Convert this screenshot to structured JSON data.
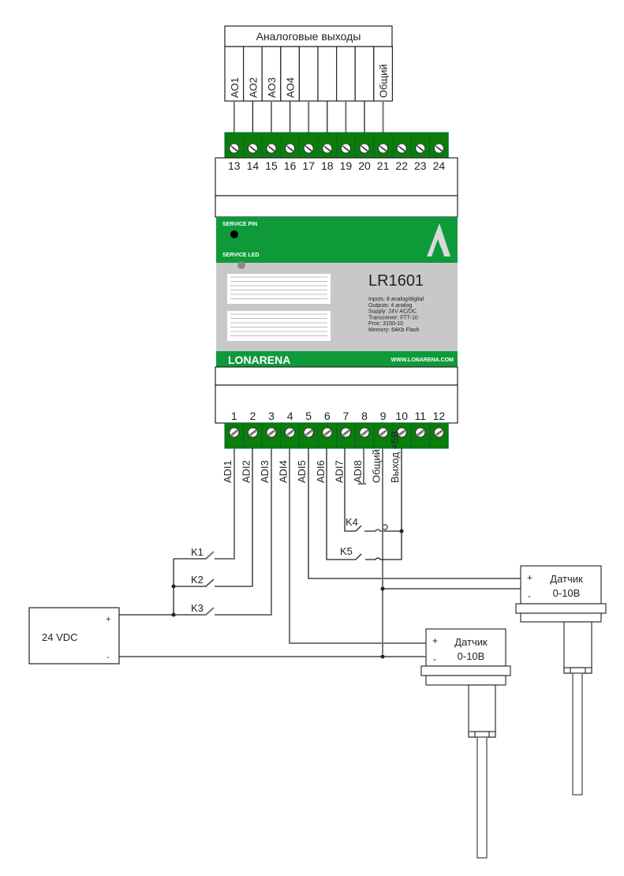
{
  "diagram": {
    "type": "wiring",
    "device": {
      "model": "LR1601",
      "brand": "LONARENA",
      "website": "WWW.LONARENA.COM",
      "service_pin_label": "SERVICE PIN",
      "service_led_label": "SERVICE LED",
      "specs": [
        "Inputs: 8 analog/digital",
        "Outputs: 4 analog",
        "Supply: 24V AC/DC",
        "Transceiver: FTT-10",
        "Proc: 3150-10",
        "Memory: 64Kb Flash"
      ],
      "colors": {
        "green": "#0f9a3a",
        "terminal_green": "#0b7d0b",
        "panel_gray": "#c8c8c8"
      }
    },
    "top_terminals": [
      "13",
      "14",
      "15",
      "16",
      "17",
      "18",
      "19",
      "20",
      "21",
      "22",
      "23",
      "24"
    ],
    "bottom_terminals": [
      "1",
      "2",
      "3",
      "4",
      "5",
      "6",
      "7",
      "8",
      "9",
      "10",
      "11",
      "12"
    ],
    "analog_outputs": {
      "header": "Аналоговые выходы",
      "columns": [
        "AO1",
        "AO2",
        "AO3",
        "AO4",
        "",
        "",
        "",
        "",
        "Общий"
      ]
    },
    "input_labels": [
      "ADI1",
      "ADI2",
      "ADI3",
      "ADI4",
      "ADI5",
      "ADI6",
      "ADI7",
      "ADI8",
      "Общий",
      "Выход +5В"
    ],
    "switches": [
      "K1",
      "K2",
      "K3",
      "K4",
      "K5"
    ],
    "power_supply": {
      "label": "24 VDC",
      "plus": "+",
      "minus": "-"
    },
    "sensors": [
      {
        "name": "Датчик",
        "range": "0-10В",
        "plus": "+",
        "minus": "-"
      },
      {
        "name": "Датчик",
        "range": "0-10В",
        "plus": "+",
        "minus": "-"
      }
    ]
  }
}
